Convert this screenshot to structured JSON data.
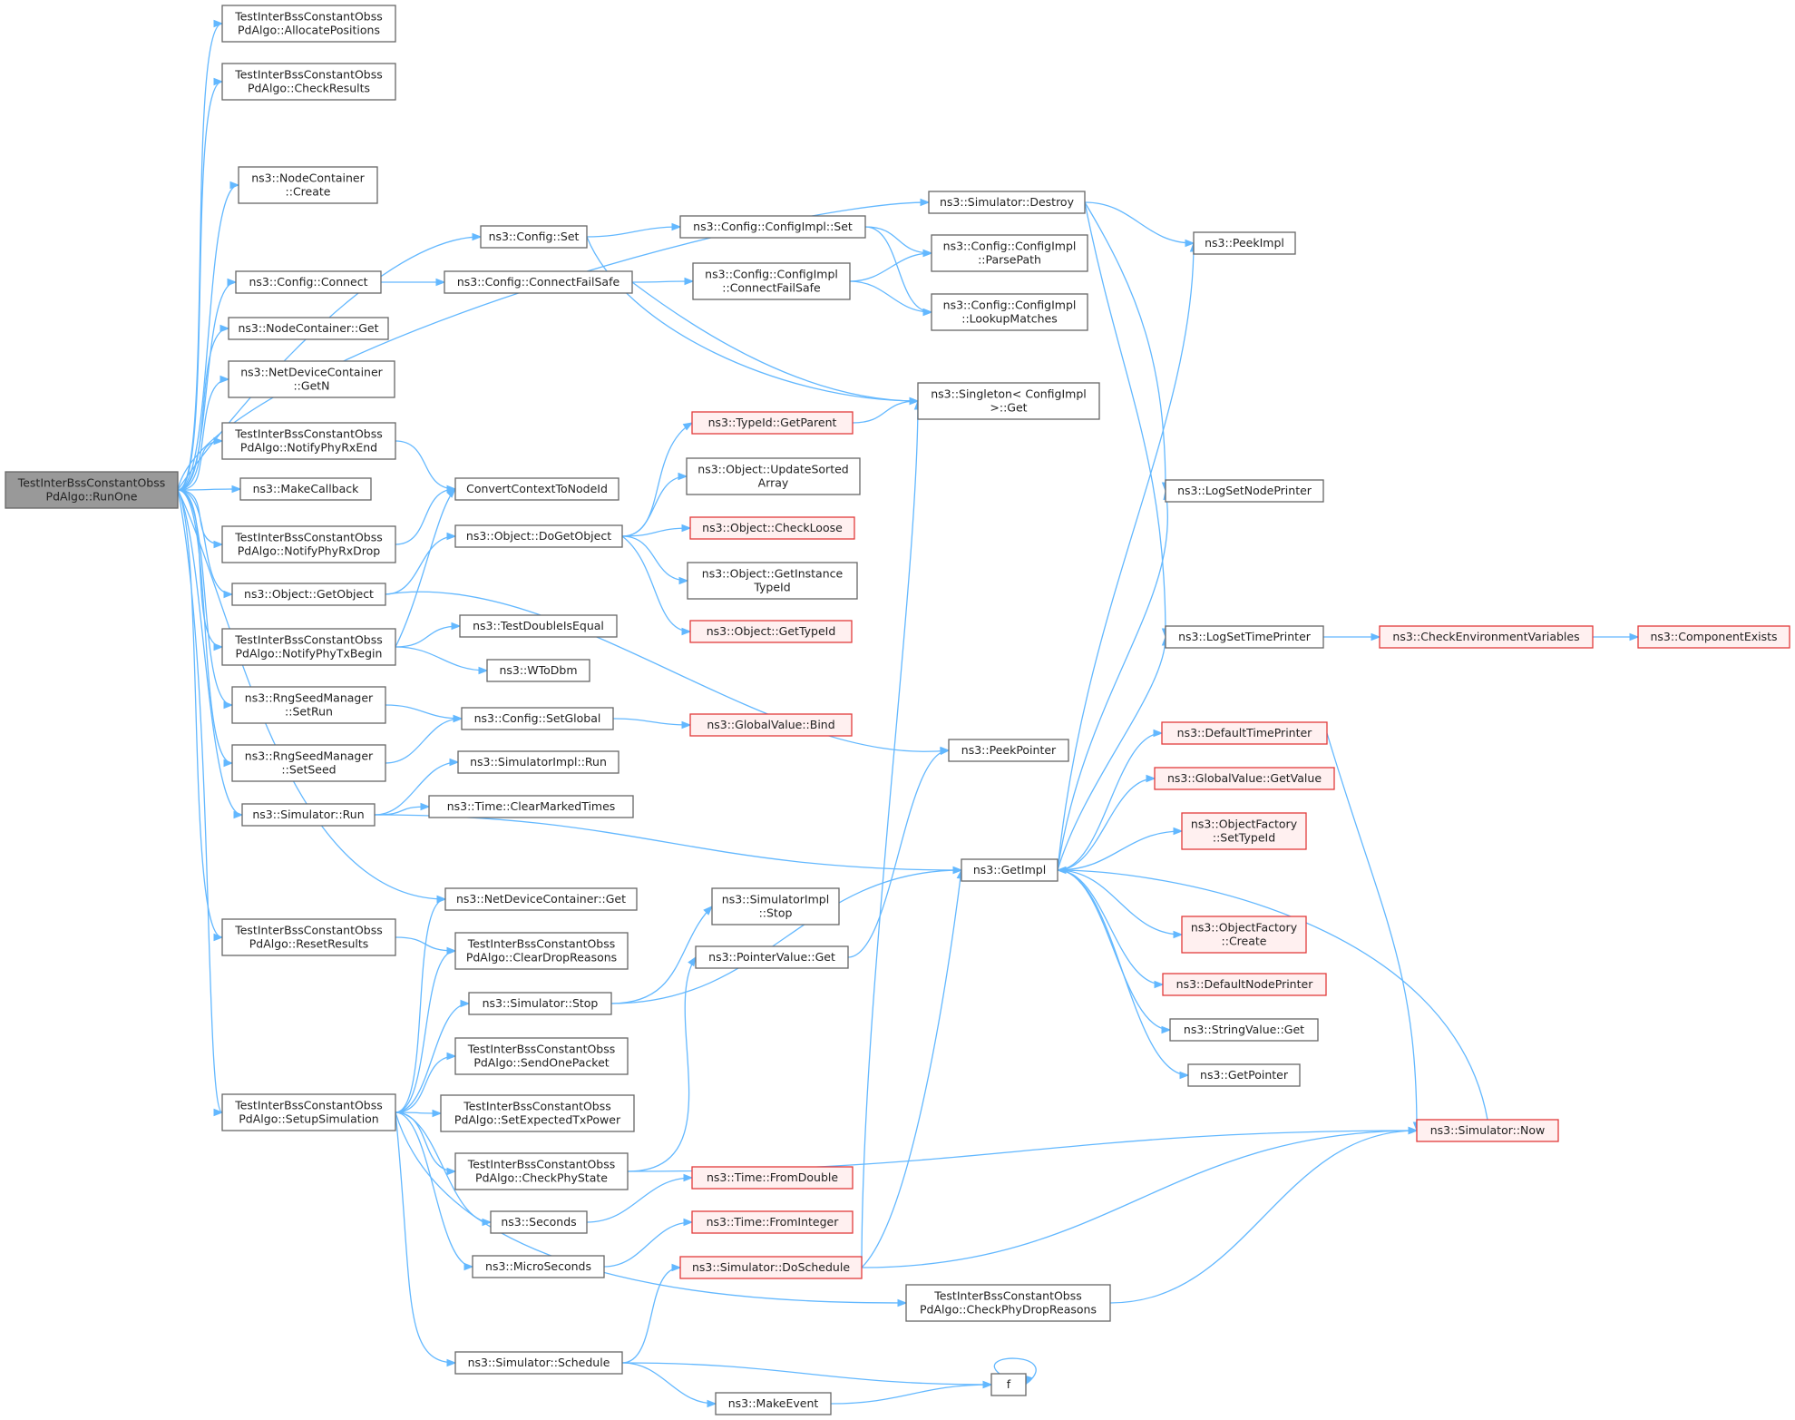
{
  "graph": {
    "nodes": [
      {
        "id": "n0",
        "lines": [
          "TestInterBssConstantObss",
          "PdAlgo::RunOne"
        ],
        "style": "root"
      },
      {
        "id": "n1",
        "lines": [
          "TestInterBssConstantObss",
          "PdAlgo::AllocatePositions"
        ]
      },
      {
        "id": "n2",
        "lines": [
          "TestInterBssConstantObss",
          "PdAlgo::CheckResults"
        ]
      },
      {
        "id": "n3",
        "lines": [
          "ns3::NodeContainer",
          "::Create"
        ]
      },
      {
        "id": "n4",
        "lines": [
          "ns3::Config::Set"
        ]
      },
      {
        "id": "n5",
        "lines": [
          "ns3::Config::Connect"
        ]
      },
      {
        "id": "n6",
        "lines": [
          "ns3::NodeContainer::Get"
        ]
      },
      {
        "id": "n7",
        "lines": [
          "ns3::NetDeviceContainer",
          "::GetN"
        ]
      },
      {
        "id": "n8",
        "lines": [
          "TestInterBssConstantObss",
          "PdAlgo::NotifyPhyRxEnd"
        ]
      },
      {
        "id": "n9",
        "lines": [
          "ns3::MakeCallback"
        ]
      },
      {
        "id": "n10",
        "lines": [
          "TestInterBssConstantObss",
          "PdAlgo::NotifyPhyRxDrop"
        ]
      },
      {
        "id": "n11",
        "lines": [
          "ns3::Object::GetObject"
        ]
      },
      {
        "id": "n12",
        "lines": [
          "TestInterBssConstantObss",
          "PdAlgo::NotifyPhyTxBegin"
        ]
      },
      {
        "id": "n13",
        "lines": [
          "ns3::RngSeedManager",
          "::SetRun"
        ]
      },
      {
        "id": "n14",
        "lines": [
          "ns3::RngSeedManager",
          "::SetSeed"
        ]
      },
      {
        "id": "n15",
        "lines": [
          "ns3::Simulator::Run"
        ]
      },
      {
        "id": "n16",
        "lines": [
          "TestInterBssConstantObss",
          "PdAlgo::ResetResults"
        ]
      },
      {
        "id": "n17",
        "lines": [
          "TestInterBssConstantObss",
          "PdAlgo::SetupSimulation"
        ]
      },
      {
        "id": "n18",
        "lines": [
          "ns3::Config::ConnectFailSafe"
        ]
      },
      {
        "id": "n19",
        "lines": [
          "ConvertContextToNodeId"
        ]
      },
      {
        "id": "n20",
        "lines": [
          "ns3::Object::DoGetObject"
        ]
      },
      {
        "id": "n21",
        "lines": [
          "ns3::TestDoubleIsEqual"
        ]
      },
      {
        "id": "n22",
        "lines": [
          "ns3::WToDbm"
        ]
      },
      {
        "id": "n23",
        "lines": [
          "ns3::Config::SetGlobal"
        ]
      },
      {
        "id": "n24",
        "lines": [
          "ns3::SimulatorImpl::Run"
        ]
      },
      {
        "id": "n25",
        "lines": [
          "ns3::Time::ClearMarkedTimes"
        ]
      },
      {
        "id": "n26",
        "lines": [
          "ns3::NetDeviceContainer::Get"
        ]
      },
      {
        "id": "n27",
        "lines": [
          "TestInterBssConstantObss",
          "PdAlgo::ClearDropReasons"
        ]
      },
      {
        "id": "n28",
        "lines": [
          "ns3::Simulator::Stop"
        ]
      },
      {
        "id": "n29",
        "lines": [
          "TestInterBssConstantObss",
          "PdAlgo::SendOnePacket"
        ]
      },
      {
        "id": "n30",
        "lines": [
          "TestInterBssConstantObss",
          "PdAlgo::SetExpectedTxPower"
        ]
      },
      {
        "id": "n31",
        "lines": [
          "TestInterBssConstantObss",
          "PdAlgo::CheckPhyState"
        ]
      },
      {
        "id": "n32",
        "lines": [
          "ns3::Seconds"
        ]
      },
      {
        "id": "n33",
        "lines": [
          "ns3::MicroSeconds"
        ]
      },
      {
        "id": "n34",
        "lines": [
          "ns3::Simulator::Schedule"
        ]
      },
      {
        "id": "n35",
        "lines": [
          "ns3::Config::ConfigImpl::Set"
        ]
      },
      {
        "id": "n36",
        "lines": [
          "ns3::Config::ConfigImpl",
          "::ConnectFailSafe"
        ]
      },
      {
        "id": "n37",
        "lines": [
          "ns3::TypeId::GetParent"
        ],
        "style": "red"
      },
      {
        "id": "n38",
        "lines": [
          "ns3::Object::UpdateSorted",
          "Array"
        ]
      },
      {
        "id": "n39",
        "lines": [
          "ns3::Object::CheckLoose"
        ],
        "style": "red"
      },
      {
        "id": "n40",
        "lines": [
          "ns3::Object::GetInstance",
          "TypeId"
        ]
      },
      {
        "id": "n41",
        "lines": [
          "ns3::Object::GetTypeId"
        ],
        "style": "red"
      },
      {
        "id": "n42",
        "lines": [
          "ns3::GlobalValue::Bind"
        ],
        "style": "red"
      },
      {
        "id": "n43",
        "lines": [
          "ns3::SimulatorImpl",
          "::Stop"
        ]
      },
      {
        "id": "n44",
        "lines": [
          "ns3::PointerValue::Get"
        ]
      },
      {
        "id": "n45",
        "lines": [
          "ns3::Time::FromDouble"
        ],
        "style": "red"
      },
      {
        "id": "n46",
        "lines": [
          "ns3::Time::FromInteger"
        ],
        "style": "red"
      },
      {
        "id": "n47",
        "lines": [
          "ns3::Simulator::DoSchedule"
        ],
        "style": "red"
      },
      {
        "id": "n48",
        "lines": [
          "ns3::MakeEvent"
        ]
      },
      {
        "id": "n49",
        "lines": [
          "ns3::Simulator::Destroy"
        ]
      },
      {
        "id": "n50",
        "lines": [
          "ns3::Config::ConfigImpl",
          "::ParsePath"
        ]
      },
      {
        "id": "n51",
        "lines": [
          "ns3::Config::ConfigImpl",
          "::LookupMatches"
        ]
      },
      {
        "id": "n52",
        "lines": [
          "ns3::Singleton< ConfigImpl",
          ">::Get"
        ]
      },
      {
        "id": "n53",
        "lines": [
          "ns3::PeekPointer"
        ]
      },
      {
        "id": "n54",
        "lines": [
          "ns3::GetImpl"
        ]
      },
      {
        "id": "n55",
        "lines": [
          "TestInterBssConstantObss",
          "PdAlgo::CheckPhyDropReasons"
        ]
      },
      {
        "id": "n56",
        "lines": [
          "f"
        ]
      },
      {
        "id": "n57",
        "lines": [
          "ns3::PeekImpl"
        ]
      },
      {
        "id": "n58",
        "lines": [
          "ns3::LogSetNodePrinter"
        ]
      },
      {
        "id": "n59",
        "lines": [
          "ns3::LogSetTimePrinter"
        ]
      },
      {
        "id": "n60",
        "lines": [
          "ns3::DefaultTimePrinter"
        ],
        "style": "red"
      },
      {
        "id": "n61",
        "lines": [
          "ns3::GlobalValue::GetValue"
        ],
        "style": "red"
      },
      {
        "id": "n62",
        "lines": [
          "ns3::ObjectFactory",
          "::SetTypeId"
        ],
        "style": "red"
      },
      {
        "id": "n63",
        "lines": [
          "ns3::ObjectFactory",
          "::Create"
        ],
        "style": "red"
      },
      {
        "id": "n64",
        "lines": [
          "ns3::DefaultNodePrinter"
        ],
        "style": "red"
      },
      {
        "id": "n65",
        "lines": [
          "ns3::StringValue::Get"
        ]
      },
      {
        "id": "n66",
        "lines": [
          "ns3::GetPointer"
        ]
      },
      {
        "id": "n67",
        "lines": [
          "ns3::Simulator::Now"
        ],
        "style": "red"
      },
      {
        "id": "n68",
        "lines": [
          "ns3::CheckEnvironmentVariables"
        ],
        "style": "red"
      },
      {
        "id": "n69",
        "lines": [
          "ns3::ComponentExists"
        ],
        "style": "red"
      }
    ],
    "edges": [
      [
        "n0",
        "n1"
      ],
      [
        "n0",
        "n2"
      ],
      [
        "n0",
        "n49"
      ],
      [
        "n0",
        "n3"
      ],
      [
        "n0",
        "n4"
      ],
      [
        "n0",
        "n5"
      ],
      [
        "n0",
        "n6"
      ],
      [
        "n0",
        "n7"
      ],
      [
        "n0",
        "n8"
      ],
      [
        "n0",
        "n9"
      ],
      [
        "n0",
        "n10"
      ],
      [
        "n0",
        "n11"
      ],
      [
        "n0",
        "n12"
      ],
      [
        "n0",
        "n13"
      ],
      [
        "n0",
        "n14"
      ],
      [
        "n0",
        "n15"
      ],
      [
        "n0",
        "n26"
      ],
      [
        "n0",
        "n16"
      ],
      [
        "n0",
        "n17"
      ],
      [
        "n4",
        "n35"
      ],
      [
        "n4",
        "n52"
      ],
      [
        "n5",
        "n18"
      ],
      [
        "n18",
        "n36"
      ],
      [
        "n18",
        "n52"
      ],
      [
        "n8",
        "n19"
      ],
      [
        "n10",
        "n19"
      ],
      [
        "n12",
        "n19"
      ],
      [
        "n12",
        "n21"
      ],
      [
        "n12",
        "n22"
      ],
      [
        "n11",
        "n20"
      ],
      [
        "n11",
        "n53"
      ],
      [
        "n13",
        "n23"
      ],
      [
        "n14",
        "n23"
      ],
      [
        "n23",
        "n42"
      ],
      [
        "n15",
        "n24"
      ],
      [
        "n15",
        "n25"
      ],
      [
        "n15",
        "n54"
      ],
      [
        "n16",
        "n27"
      ],
      [
        "n17",
        "n26"
      ],
      [
        "n17",
        "n27"
      ],
      [
        "n17",
        "n28"
      ],
      [
        "n17",
        "n29"
      ],
      [
        "n17",
        "n30"
      ],
      [
        "n17",
        "n31"
      ],
      [
        "n17",
        "n32"
      ],
      [
        "n17",
        "n33"
      ],
      [
        "n17",
        "n55"
      ],
      [
        "n17",
        "n34"
      ],
      [
        "n20",
        "n37"
      ],
      [
        "n20",
        "n38"
      ],
      [
        "n20",
        "n39"
      ],
      [
        "n20",
        "n40"
      ],
      [
        "n20",
        "n41"
      ],
      [
        "n35",
        "n50"
      ],
      [
        "n35",
        "n51"
      ],
      [
        "n36",
        "n50"
      ],
      [
        "n36",
        "n51"
      ],
      [
        "n37",
        "n52"
      ],
      [
        "n28",
        "n43"
      ],
      [
        "n28",
        "n54"
      ],
      [
        "n31",
        "n44"
      ],
      [
        "n31",
        "n67"
      ],
      [
        "n44",
        "n53"
      ],
      [
        "n32",
        "n45"
      ],
      [
        "n33",
        "n46"
      ],
      [
        "n34",
        "n47"
      ],
      [
        "n34",
        "n48"
      ],
      [
        "n34",
        "n56"
      ],
      [
        "n48",
        "n56"
      ],
      [
        "n56",
        "n56"
      ],
      [
        "n47",
        "n52"
      ],
      [
        "n47",
        "n54"
      ],
      [
        "n47",
        "n67"
      ],
      [
        "n55",
        "n67"
      ],
      [
        "n49",
        "n57"
      ],
      [
        "n49",
        "n58"
      ],
      [
        "n49",
        "n59"
      ],
      [
        "n54",
        "n57"
      ],
      [
        "n54",
        "n58"
      ],
      [
        "n54",
        "n59"
      ],
      [
        "n54",
        "n60"
      ],
      [
        "n54",
        "n61"
      ],
      [
        "n54",
        "n62"
      ],
      [
        "n54",
        "n63"
      ],
      [
        "n54",
        "n64"
      ],
      [
        "n54",
        "n65"
      ],
      [
        "n54",
        "n66"
      ],
      [
        "n60",
        "n67"
      ],
      [
        "n67",
        "n54"
      ],
      [
        "n59",
        "n68"
      ],
      [
        "n68",
        "n69"
      ]
    ]
  }
}
